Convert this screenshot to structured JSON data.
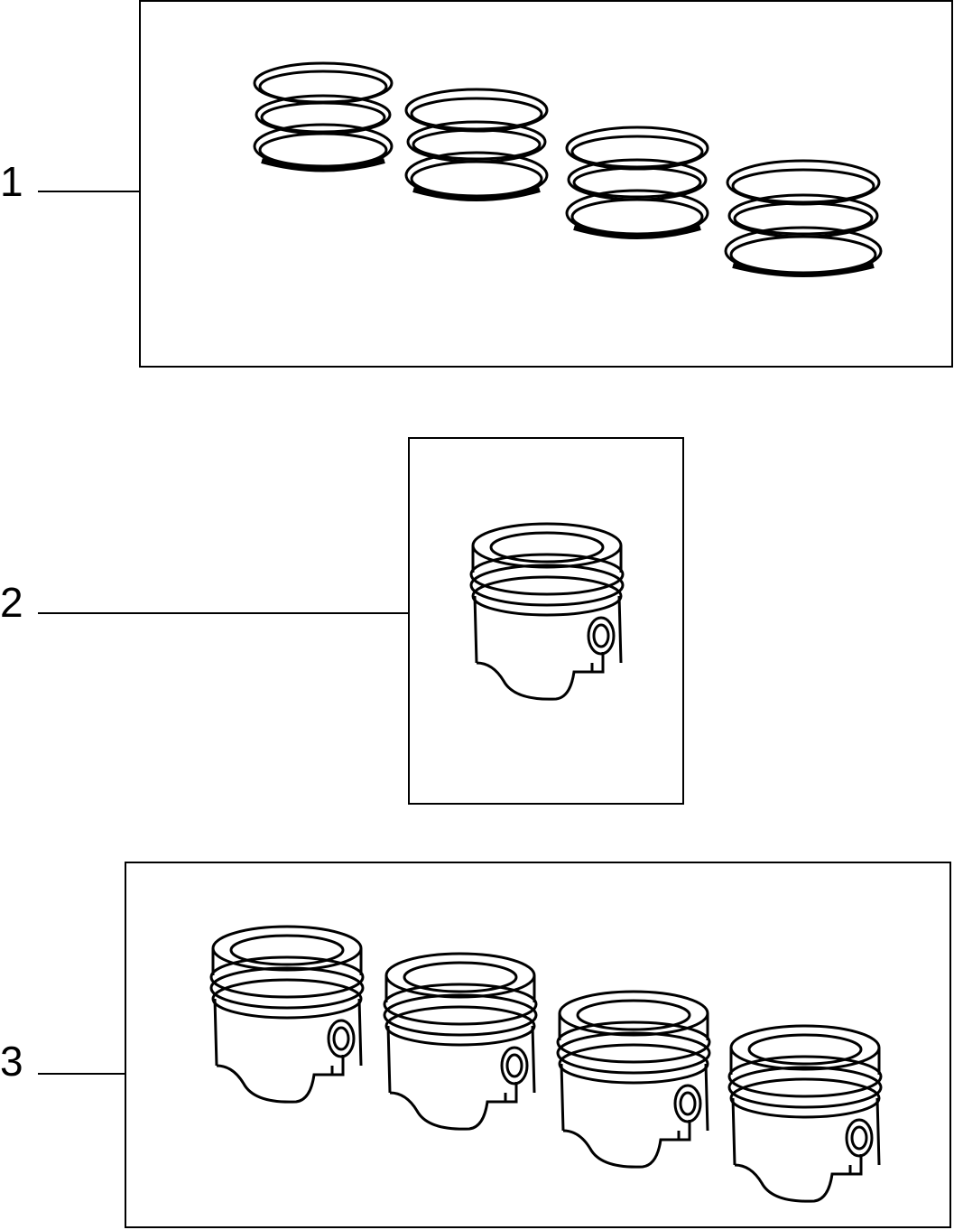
{
  "callouts": [
    {
      "number": "1",
      "part": "piston-ring-sets",
      "count": 4
    },
    {
      "number": "2",
      "part": "piston",
      "count": 1
    },
    {
      "number": "3",
      "part": "piston-set",
      "count": 4
    }
  ],
  "colors": {
    "line": "#000000",
    "background": "#ffffff"
  }
}
